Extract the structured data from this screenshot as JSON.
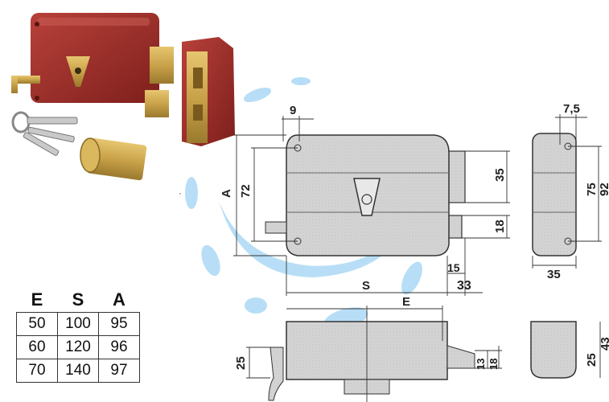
{
  "table": {
    "headers": [
      "E",
      "S",
      "A"
    ],
    "rows": [
      [
        "50",
        "100",
        "95"
      ],
      [
        "60",
        "120",
        "96"
      ],
      [
        "70",
        "140",
        "97"
      ]
    ]
  },
  "dimensions": {
    "top_width": "9",
    "a_label": "A",
    "height_72": "72",
    "bolt_35": "35",
    "latch_18": "18",
    "offset_15": "15",
    "offset_33": "33",
    "s_label": "S",
    "side_top": "7,5",
    "side_75": "75",
    "side_92": "92",
    "side_width": "35",
    "e_label": "E",
    "bottom_25": "25",
    "bottom_13": "13",
    "bottom_18": "18",
    "bottom_right_25": "25",
    "bottom_right_43": "43"
  },
  "colors": {
    "lock_body": "#9e2a26",
    "brass": "#c9a24a",
    "drawing_fill": "#d9d9d9",
    "watermark": "#9fd3f3"
  }
}
